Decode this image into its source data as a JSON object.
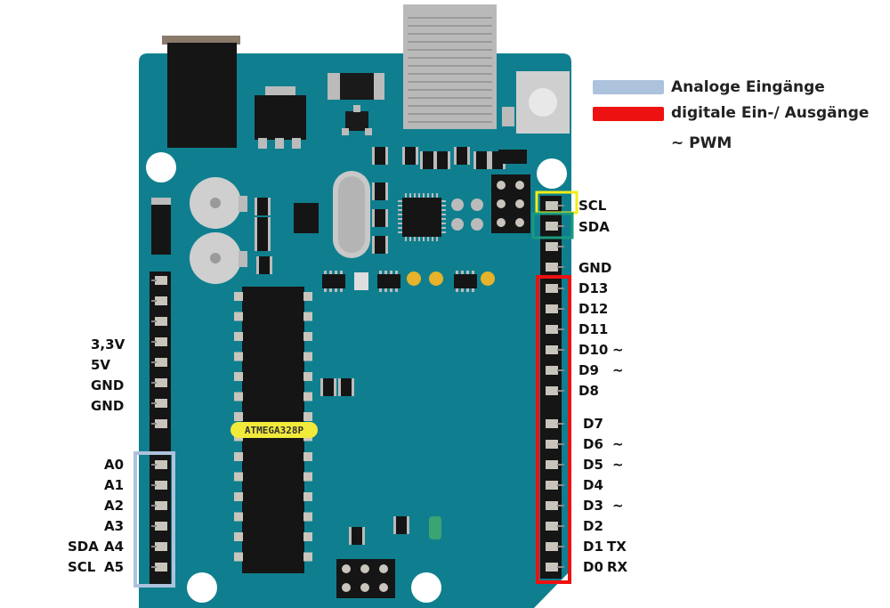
{
  "legend": {
    "analog": {
      "label": "Analoge Eingänge",
      "color": "#adc2dc"
    },
    "digital": {
      "label": "digitale Ein-/ Ausgänge",
      "color": "#ee1111"
    },
    "pwm": {
      "label": "~ PWM"
    }
  },
  "chip_label": "ATMEGA328P",
  "colors": {
    "board": "#0f7f8f",
    "board_edge": "#0a6c7a",
    "header": "#1a1a1a",
    "pin": "#c9c5bc",
    "scl_box": "#f2ec16",
    "sda_box": "#1a9a80",
    "analog_box": "#adc2dc",
    "digital_box": "#ee1111",
    "chip_label_bg": "#f2ea3a"
  },
  "right_top_labels": [
    "SCL",
    "SDA",
    "GND"
  ],
  "right_digital_pins": [
    {
      "name": "D13",
      "pwm": ""
    },
    {
      "name": "D12",
      "pwm": ""
    },
    {
      "name": "D11",
      "pwm": ""
    },
    {
      "name": "D10",
      "pwm": "~"
    },
    {
      "name": "D9",
      "pwm": "~"
    },
    {
      "name": "D8",
      "pwm": ""
    },
    {
      "name": "D7",
      "pwm": ""
    },
    {
      "name": "D6",
      "pwm": "~"
    },
    {
      "name": "D5",
      "pwm": "~"
    },
    {
      "name": "D4",
      "pwm": ""
    },
    {
      "name": "D3",
      "pwm": "~"
    },
    {
      "name": "D2",
      "pwm": ""
    },
    {
      "name": "D1",
      "pwm": "TX"
    },
    {
      "name": "D0",
      "pwm": "RX"
    }
  ],
  "left_power_labels": [
    "3,3V",
    "5V",
    "GND",
    "GND"
  ],
  "left_analog_pins": [
    {
      "name": "A0",
      "alt": ""
    },
    {
      "name": "A1",
      "alt": ""
    },
    {
      "name": "A2",
      "alt": ""
    },
    {
      "name": "A3",
      "alt": ""
    },
    {
      "name": "A4",
      "alt": "SDA"
    },
    {
      "name": "A5",
      "alt": "SCL"
    }
  ]
}
